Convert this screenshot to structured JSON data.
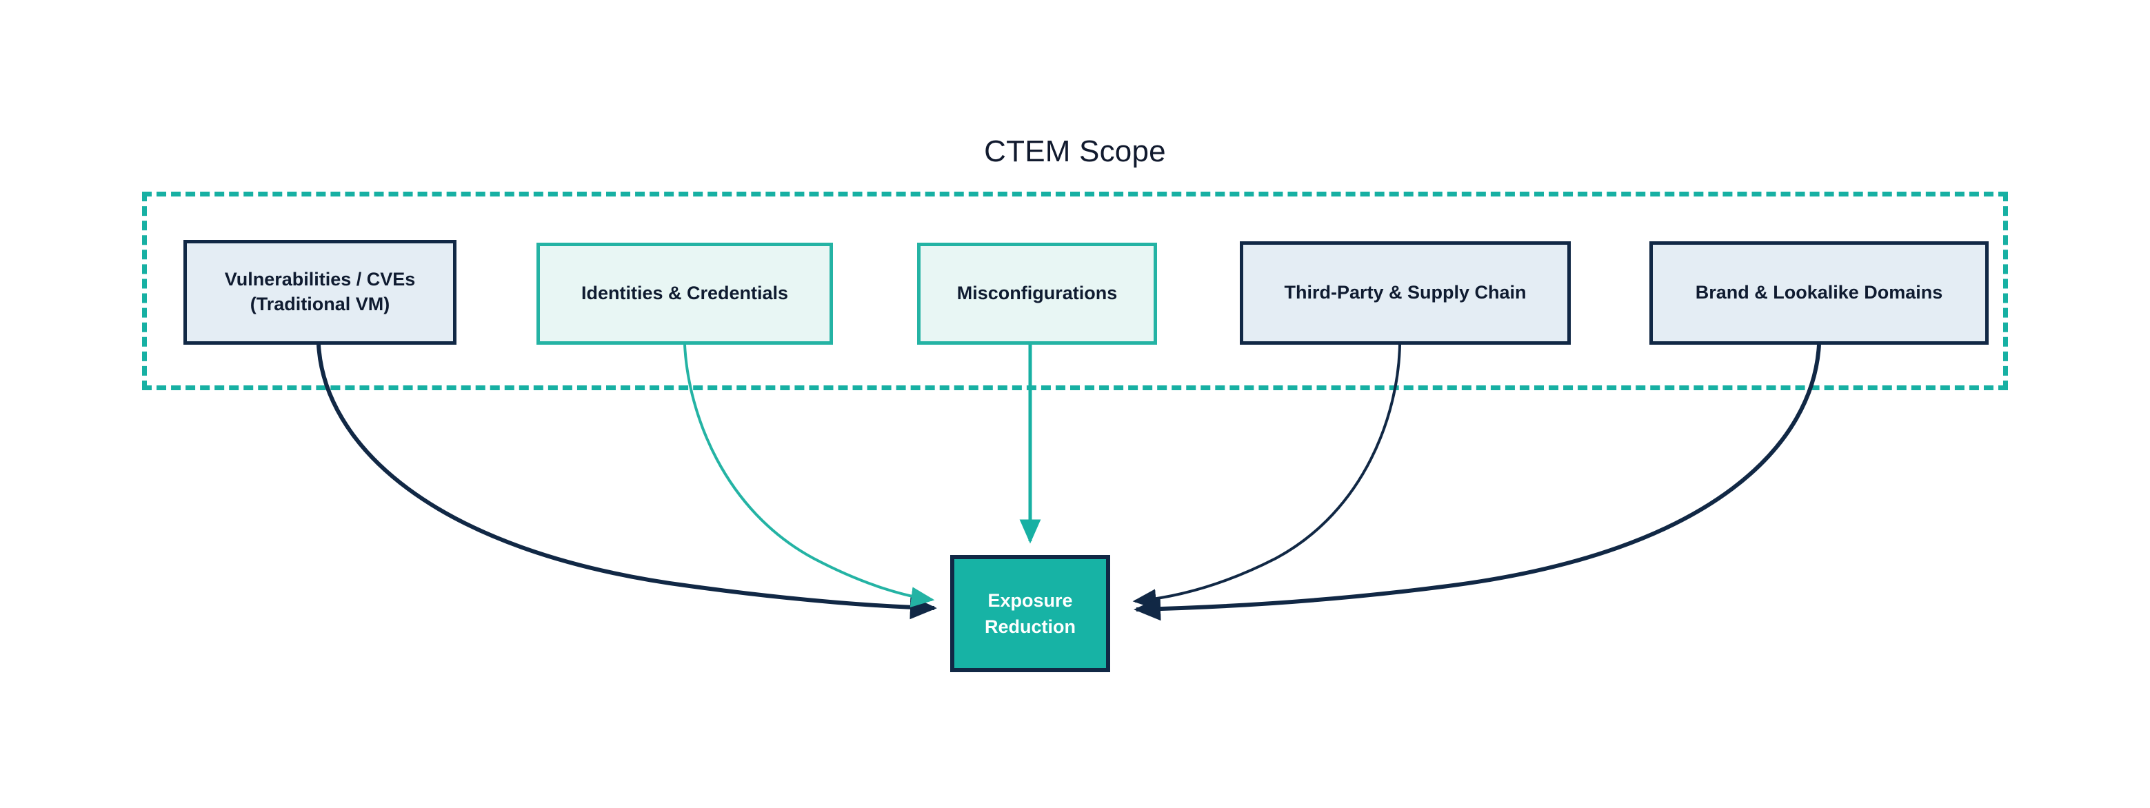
{
  "diagram": {
    "title": "CTEM Scope",
    "background_color": "#ffffff",
    "colors": {
      "navy": "#112845",
      "navy_text": "#0f1b30",
      "teal": "#17b0a3",
      "teal_border": "#24b3a4",
      "teal_fill": "#17b3a5",
      "light_blue_fill": "#e4edf4",
      "mint_fill": "#e8f6f4",
      "white": "#ffffff"
    },
    "scope_container": {
      "label": "CTEM Scope",
      "border_style": "dashed",
      "border_color": "#17b0a3"
    },
    "nodes": [
      {
        "id": "vulnerabilities",
        "label": "Vulnerabilities / CVEs\n(Traditional VM)",
        "style": "navy",
        "fill": "#e4edf4",
        "border": "#112845"
      },
      {
        "id": "identities",
        "label": "Identities & Credentials",
        "style": "teal",
        "fill": "#e8f6f4",
        "border": "#24b3a4"
      },
      {
        "id": "misconfigurations",
        "label": "Misconfigurations",
        "style": "teal",
        "fill": "#e8f6f4",
        "border": "#24b3a4"
      },
      {
        "id": "third-party",
        "label": "Third-Party & Supply Chain",
        "style": "navy",
        "fill": "#e4edf4",
        "border": "#112845"
      },
      {
        "id": "brand",
        "label": "Brand & Lookalike Domains",
        "style": "navy",
        "fill": "#e4edf4",
        "border": "#112845"
      }
    ],
    "target_node": {
      "id": "exposure-reduction",
      "label": "Exposure\nReduction",
      "fill": "#17b3a5",
      "border": "#112845",
      "text_color": "#ffffff"
    },
    "edges": [
      {
        "from": "vulnerabilities",
        "to": "exposure-reduction",
        "color": "#112845",
        "width": 6,
        "shape": "curve"
      },
      {
        "from": "identities",
        "to": "exposure-reduction",
        "color": "#24b3a4",
        "width": 4,
        "shape": "curve"
      },
      {
        "from": "misconfigurations",
        "to": "exposure-reduction",
        "color": "#17b0a3",
        "width": 5,
        "shape": "straight"
      },
      {
        "from": "third-party",
        "to": "exposure-reduction",
        "color": "#112845",
        "width": 4,
        "shape": "curve"
      },
      {
        "from": "brand",
        "to": "exposure-reduction",
        "color": "#112845",
        "width": 6,
        "shape": "curve"
      }
    ]
  }
}
